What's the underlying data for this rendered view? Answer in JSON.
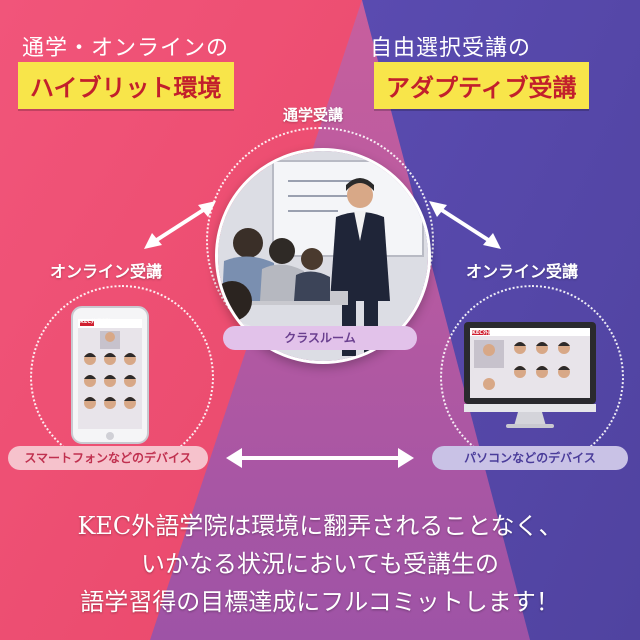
{
  "header": {
    "left_line": "通学・オンラインの",
    "left_banner": "ハイブリット環境",
    "right_line": "自由選択受講の",
    "right_banner": "アダプティブ受講"
  },
  "labels": {
    "top": "通学受講",
    "left": "オンライン受講",
    "right": "オンライン受講"
  },
  "pills": {
    "classroom": "クラスルーム",
    "smartphone": "スマートフォンなどのデバイス",
    "pc": "パソコンなどのデバイス"
  },
  "device": {
    "phone_logo": "KEC外語学院",
    "pc_logo": "KEC外語学院"
  },
  "footer": {
    "line1": "KEC外語学院は環境に翻弄されることなく、",
    "line2": "いかなる状況においても受講生の",
    "line3": "語学習得の目標達成にフルコミットします！"
  },
  "colors": {
    "left_bg": "#f0506e",
    "right_bg": "#5a4aa8",
    "center_bg": "#b25aa0",
    "banner_bg": "#f8e54a",
    "banner_text": "#c21f2c",
    "pill_left": "#f6c2cc",
    "pill_center": "#e2c2ea",
    "pill_right": "#c9c2e6"
  }
}
